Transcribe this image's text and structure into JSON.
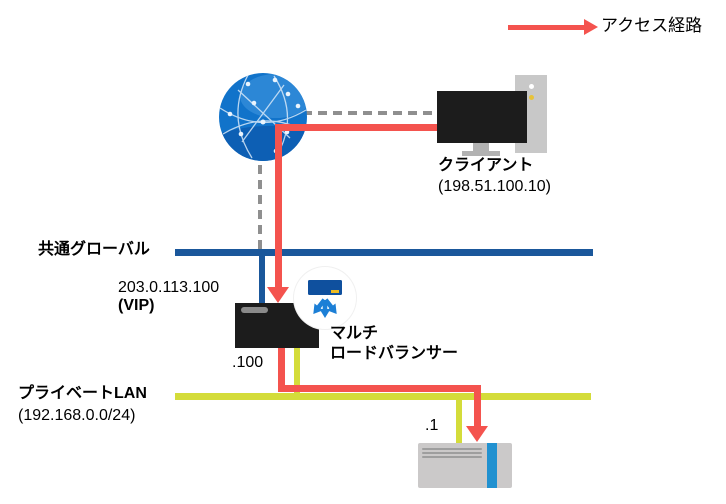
{
  "legend": {
    "route_label": "アクセス経路"
  },
  "networks": {
    "global": {
      "label": "共通グローバル"
    },
    "private": {
      "label": "プライベートLAN",
      "cidr": "(192.168.0.0/24)"
    }
  },
  "client": {
    "label": "クライアント",
    "ip": "(198.51.100.10)"
  },
  "load_balancer": {
    "vip_address": "203.0.113.100",
    "vip_tag": "(VIP)",
    "name_line1": "マルチ",
    "name_line2": "ロードバランサー",
    "private_ip": ".100"
  },
  "server": {
    "private_ip": ".1"
  },
  "icons": {
    "internet": "globe-network-icon",
    "load_balancer": "load-distribution-icon",
    "client": "desktop-computer-icon",
    "server": "server-box-icon",
    "legend_arrow": "red-arrow-icon"
  },
  "colors": {
    "route_red": "#f4534e",
    "global_line": "#1a579b",
    "private_line": "#d4dc3a",
    "dashed_gray": "#8f8f8f",
    "globe_primary": "#1173ca",
    "globe_dark": "#0d5fb4",
    "globe_light": "#3790dc",
    "lb_rect_blue": "#0f509e",
    "lb_arrow_blue": "#1c7fd6",
    "lb_yellow": "#edbb22",
    "server_stripe": "#2191d0",
    "device_black": "#1c1c1c",
    "device_gray": "#c8c8c8"
  }
}
